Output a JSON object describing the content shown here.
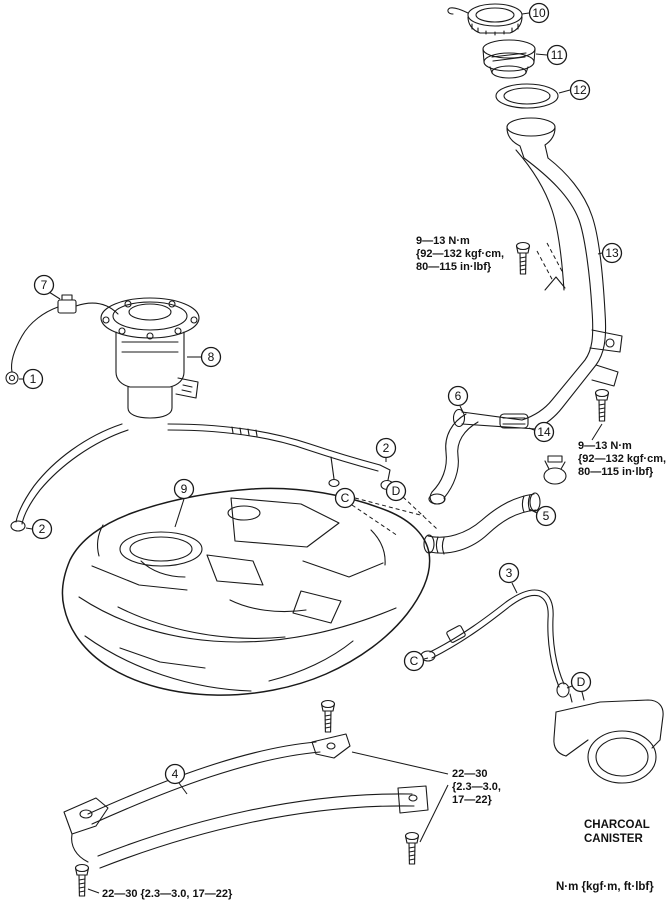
{
  "figure": {
    "type": "exploded-parts-diagram",
    "subject": "fuel tank and filler pipe assembly",
    "background_color": "#ffffff",
    "line_color": "#1a1a1a"
  },
  "callouts": {
    "n1": "1",
    "n2a": "2",
    "n2b": "2",
    "n3": "3",
    "n4": "4",
    "n5": "5",
    "n6": "6",
    "n7": "7",
    "n8": "8",
    "n9": "9",
    "n10": "10",
    "n11": "11",
    "n12": "12",
    "n13": "13",
    "n14": "14",
    "cC1": "C",
    "cC2": "C",
    "cD1": "D",
    "cD2": "D"
  },
  "torque_specs": {
    "filler_pipe_bolt": {
      "l1": "9—13 N·m",
      "l2": "{92—132 kgf·cm,",
      "l3": "80—115 in·lbf}"
    },
    "bracket_bolt": {
      "l1": "9—13 N·m",
      "l2": "{92—132 kgf·cm,",
      "l3": "80—115 in·lbf}"
    },
    "strap_bolts_right": {
      "l1": "22—30",
      "l2": "{2.3—3.0,",
      "l3": "17—22}"
    },
    "strap_bolt_left": "22—30 {2.3—3.0, 17—22}"
  },
  "labels": {
    "charcoal_canister_l1": "CHARCOAL",
    "charcoal_canister_l2": "CANISTER",
    "units_note": "N·m {kgf·m, ft·lbf}"
  }
}
